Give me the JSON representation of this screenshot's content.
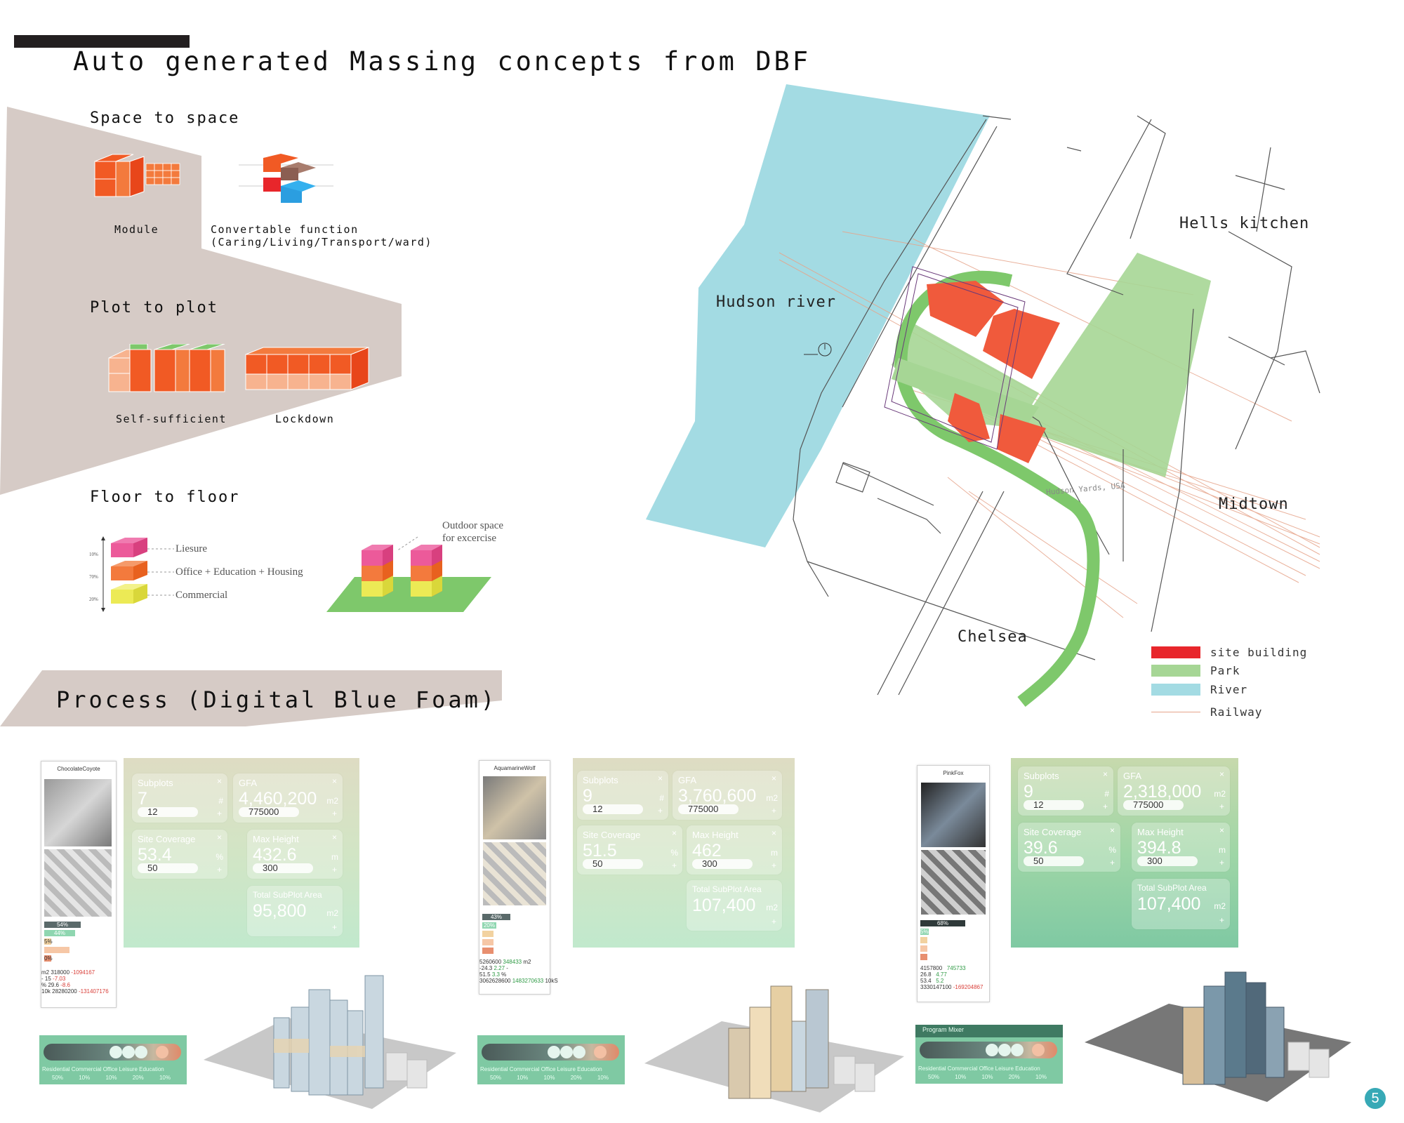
{
  "header": {
    "title": "Auto generated Massing concepts  from DBF"
  },
  "sections": {
    "space": {
      "title": "Space to space",
      "module": "Module",
      "convertable_line1": "Convertable function",
      "convertable_line2": "(Caring/Living/Transport/ward)"
    },
    "plot": {
      "title": "Plot to plot",
      "self_sufficient": "Self-sufficient",
      "lockdown": "Lockdown"
    },
    "floor": {
      "title": "Floor to floor",
      "leisure": "Liesure",
      "office": "Office + Education + Housing",
      "commercial": "Commercial",
      "outdoor_line1": "Outdoor space",
      "outdoor_line2": "for excercise",
      "pct_top": "10%",
      "pct_mid": "70%",
      "pct_bottom": "20%"
    }
  },
  "map": {
    "hudson": "Hudson river",
    "hells": "Hells kitchen",
    "midtown": "Midtown",
    "chelsea": "Chelsea",
    "hudson_yards": "Hudson Yards, USA",
    "legend": [
      {
        "label": "site building",
        "color": "#e8262b"
      },
      {
        "label": "Park",
        "color": "#a6d695"
      },
      {
        "label": "River",
        "color": "#a3dbe3"
      },
      {
        "label": "Railway",
        "color": "#e6a48a"
      }
    ]
  },
  "process": {
    "title": "Process (Digital Blue Foam)"
  },
  "dashboards": [
    {
      "name": "ChocolateCoyote",
      "subplots": {
        "label": "Subplots",
        "value": "7",
        "unit": "#",
        "input": "12"
      },
      "gfa": {
        "label": "GFA",
        "value": "4,460,200",
        "unit": "m2",
        "input": "775000"
      },
      "coverage": {
        "label": "Site Coverage",
        "value": "53.4",
        "unit": "%",
        "input": "50"
      },
      "height": {
        "label": "Max Height",
        "value": "432.6",
        "unit": "m",
        "input": "300"
      },
      "total": {
        "label": "Total SubPlot Area",
        "value": "95,800",
        "unit": "m2"
      },
      "bars": [
        "54%",
        "44%",
        "5%",
        "",
        "0%"
      ],
      "stats": [
        [
          "m2",
          "318000",
          "-1094167"
        ],
        [
          "-",
          "15",
          "-7.03"
        ],
        [
          "%",
          "29.6",
          "-8.6"
        ],
        [
          "10k",
          "28280200",
          "-131407176"
        ]
      ],
      "mixer_labels": "Residential Commercial Office Leisure Education",
      "mixer_pcts": "50% 10% 10% 20% 10%"
    },
    {
      "name": "AquamarineWolf",
      "subplots": {
        "label": "Subplots",
        "value": "9",
        "unit": "#",
        "input": "12"
      },
      "gfa": {
        "label": "GFA",
        "value": "3,760,600",
        "unit": "m2",
        "input": "775000"
      },
      "coverage": {
        "label": "Site Coverage",
        "value": "51.5",
        "unit": "%",
        "input": "50"
      },
      "height": {
        "label": "Max Height",
        "value": "462",
        "unit": "m",
        "input": "300"
      },
      "total": {
        "label": "Total SubPlot Area",
        "value": "107,400",
        "unit": "m2"
      },
      "bars": [
        "43%",
        "20%",
        "",
        "",
        ""
      ],
      "stats": [
        [
          "5260600",
          "348433",
          "m2"
        ],
        [
          "-24.3",
          "2.27",
          "-"
        ],
        [
          "51.5",
          "3.3",
          "%"
        ],
        [
          "3062628600",
          "1483270633",
          "10kS"
        ]
      ],
      "mixer_labels": "Residential Commercial Office Leisure Education",
      "mixer_pcts": "50% 10% 10% 20% 10%"
    },
    {
      "name": "PinkFox",
      "subplots": {
        "label": "Subplots",
        "value": "9",
        "unit": "#",
        "input": "12"
      },
      "gfa": {
        "label": "GFA",
        "value": "2,318,000",
        "unit": "m2",
        "input": "775000"
      },
      "coverage": {
        "label": "Site Coverage",
        "value": "39.6",
        "unit": "%",
        "input": "50"
      },
      "height": {
        "label": "Max Height",
        "value": "394.8",
        "unit": "m",
        "input": "300"
      },
      "total": {
        "label": "Total SubPlot Area",
        "value": "107,400",
        "unit": "m2"
      },
      "bars": [
        "68%",
        "5%",
        "",
        "",
        ""
      ],
      "stats": [
        [
          "4157800",
          "745733",
          ""
        ],
        [
          "26.8",
          "4.77",
          ""
        ],
        [
          "53.4",
          "5.2",
          ""
        ],
        [
          "3330147100",
          "-169204867",
          ""
        ]
      ],
      "mixer_title": "Program Mixer",
      "mixer_labels": "Residential Commercial Office Leisure Education",
      "mixer_pcts": "50% 10% 10% 20% 10%"
    }
  ],
  "footer": {
    "page": "5"
  }
}
